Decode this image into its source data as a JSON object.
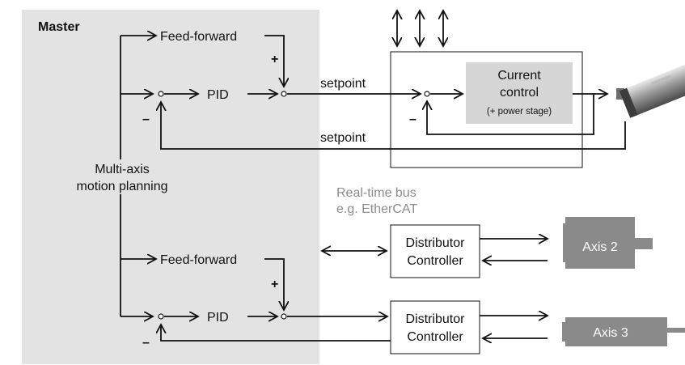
{
  "master": {
    "title": "Master",
    "planning_line1": "Multi-axis",
    "planning_line2": "motion planning"
  },
  "axis1": {
    "feed_forward": "Feed-forward",
    "pid": "PID",
    "plus": "+",
    "minus": "–",
    "setpoint_out": "setpoint",
    "setpoint_feedback": "setpoint"
  },
  "drive": {
    "current_line1": "Current",
    "current_line2": "control",
    "current_line3": "(+ power stage)",
    "minus": "–"
  },
  "bus": {
    "line1": "Real-time bus",
    "line2": "e.g. EtherCAT"
  },
  "axis2": {
    "feed_forward": "Feed-forward",
    "plus": "+",
    "distributor_line1": "Distributor",
    "distributor_line2": "Controller",
    "motor_label": "Axis 2"
  },
  "axis3": {
    "pid": "PID",
    "minus": "–",
    "distributor_line1": "Distributor",
    "distributor_line2": "Controller",
    "motor_label": "Axis 3"
  },
  "colors": {
    "master_panel": "#e3e3e3",
    "current_block": "#d6d6d6",
    "axis_motor": "#8a8a8a",
    "line": "#111111",
    "bus_text": "#8c8c8c"
  }
}
